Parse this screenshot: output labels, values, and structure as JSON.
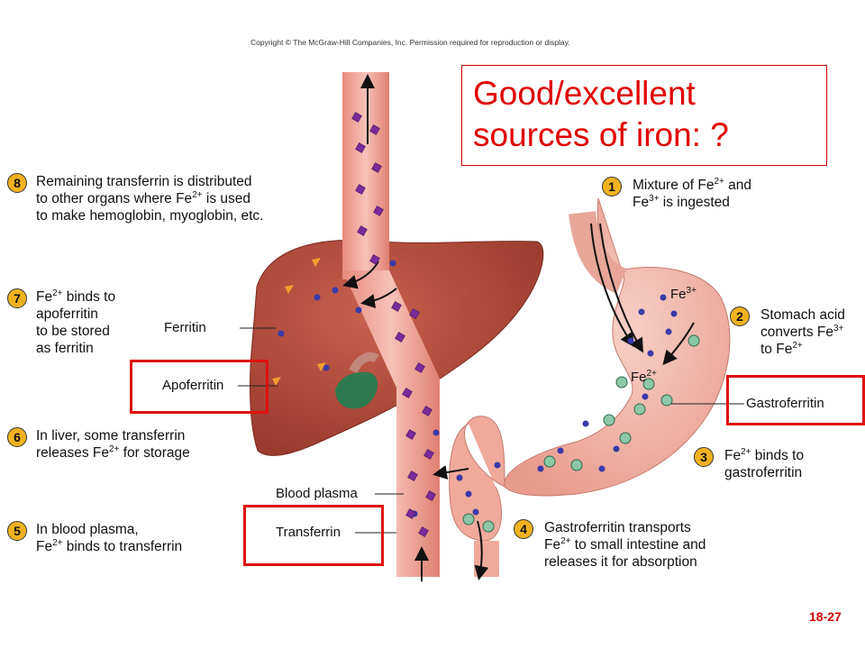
{
  "copyright": "Copyright © The McGraw-Hill Companies, Inc. Permission required for reproduction or display.",
  "callout": {
    "line1": "Good/excellent",
    "line2": "sources of iron: ?"
  },
  "steps": [
    {
      "num": "1",
      "lines": [
        {
          "pre": "Mixture of Fe",
          "sup": "2+",
          "post": " and"
        },
        {
          "pre": "Fe",
          "sup": "3+",
          "post": " is ingested"
        }
      ]
    },
    {
      "num": "2",
      "lines": [
        {
          "pre": "Stomach acid",
          "sup": "",
          "post": ""
        },
        {
          "pre": "converts Fe",
          "sup": "3+",
          "post": ""
        },
        {
          "pre": "to Fe",
          "sup": "2+",
          "post": ""
        }
      ]
    },
    {
      "num": "3",
      "lines": [
        {
          "pre": "Fe",
          "sup": "2+",
          "post": " binds to"
        },
        {
          "pre": "gastroferritin",
          "sup": "",
          "post": ""
        }
      ]
    },
    {
      "num": "4",
      "lines": [
        {
          "pre": "Gastroferritin transports",
          "sup": "",
          "post": ""
        },
        {
          "pre": "Fe",
          "sup": "2+",
          "post": " to small intestine and"
        },
        {
          "pre": "releases it for absorption",
          "sup": "",
          "post": ""
        }
      ]
    },
    {
      "num": "5",
      "lines": [
        {
          "pre": "In blood plasma,",
          "sup": "",
          "post": ""
        },
        {
          "pre": "Fe",
          "sup": "2+",
          "post": " binds to transferrin"
        }
      ]
    },
    {
      "num": "6",
      "lines": [
        {
          "pre": "In liver, some transferrin",
          "sup": "",
          "post": ""
        },
        {
          "pre": "releases Fe",
          "sup": "2+",
          "post": " for storage"
        }
      ]
    },
    {
      "num": "7",
      "lines": [
        {
          "pre": "Fe",
          "sup": "2+",
          "post": " binds to"
        },
        {
          "pre": "apoferritin",
          "sup": "",
          "post": ""
        },
        {
          "pre": "to be stored",
          "sup": "",
          "post": ""
        },
        {
          "pre": "as ferritin",
          "sup": "",
          "post": ""
        }
      ]
    },
    {
      "num": "8",
      "lines": [
        {
          "pre": "Remaining transferrin is distributed",
          "sup": "",
          "post": ""
        },
        {
          "pre": "to other organs where Fe",
          "sup": "2+",
          "post": " is used"
        },
        {
          "pre": "to make hemoglobin, myoglobin, etc.",
          "sup": "",
          "post": ""
        }
      ]
    }
  ],
  "labels": {
    "ferritin": "Ferritin",
    "apoferritin": "Apoferritin",
    "blood_plasma": "Blood plasma",
    "transferrin": "Transferrin",
    "gastroferritin": "Gastroferritin",
    "fe3": {
      "pre": "Fe",
      "sup": "3+"
    },
    "fe2": {
      "pre": "Fe",
      "sup": "2+"
    }
  },
  "slide_number": "18-27",
  "colors": {
    "highlight_box": "#e01010",
    "callout_text": "#e00000",
    "step_badge": "#f0b21f",
    "liver": "#b5493a",
    "stomach": "#f0b6a8",
    "vessel": "#ee9c90"
  }
}
